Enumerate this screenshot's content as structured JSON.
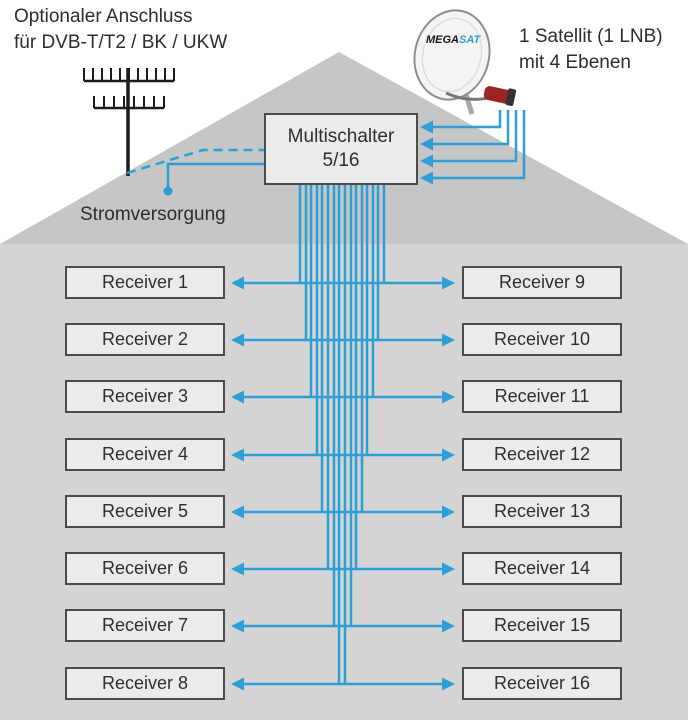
{
  "colors": {
    "signal_blue": "#2e9fd6",
    "roof_gray": "#c6c6c6",
    "wall_gray": "#d4d4d4",
    "box_fill": "#ebebeb",
    "box_border": "#4b4b4b",
    "lnb_red": "#9b2423"
  },
  "annotations": {
    "antenna_note_line1": "Optionaler Anschluss",
    "antenna_note_line2": "für DVB-T/T2 / BK / UKW",
    "satellite_note_line1": "1 Satellit (1 LNB)",
    "satellite_note_line2": "mit 4 Ebenen",
    "power_label": "Stromversorgung"
  },
  "multiswitch": {
    "line1": "Multischalter",
    "line2": "5/16"
  },
  "dish_brand": {
    "mega": "MEGA",
    "sat": "SAT"
  },
  "receivers_left": [
    "Receiver 1",
    "Receiver 2",
    "Receiver 3",
    "Receiver 4",
    "Receiver 5",
    "Receiver 6",
    "Receiver 7",
    "Receiver 8"
  ],
  "receivers_right": [
    "Receiver 9",
    "Receiver 10",
    "Receiver 11",
    "Receiver 12",
    "Receiver 13",
    "Receiver 14",
    "Receiver 15",
    "Receiver 16"
  ]
}
